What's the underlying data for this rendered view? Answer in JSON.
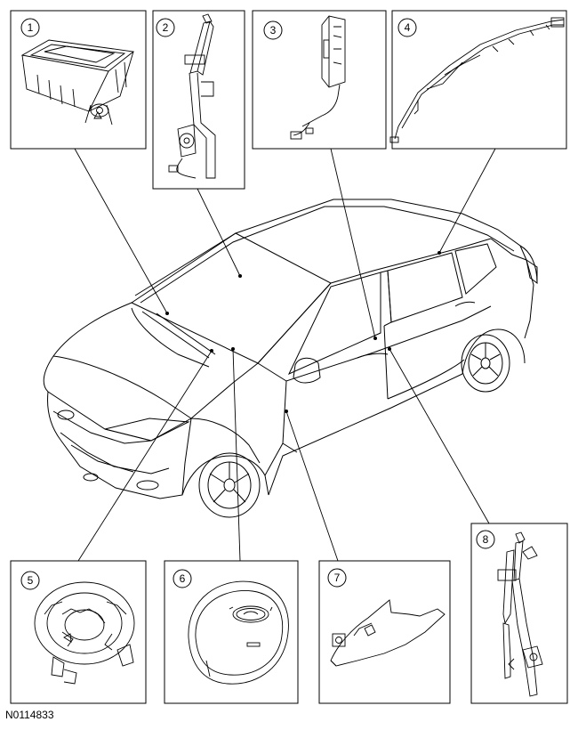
{
  "figure": {
    "reference_code": "N0114833"
  },
  "callouts": [
    {
      "number": "1"
    },
    {
      "number": "2"
    },
    {
      "number": "3"
    },
    {
      "number": "4"
    },
    {
      "number": "5"
    },
    {
      "number": "6"
    },
    {
      "number": "7"
    },
    {
      "number": "8"
    }
  ],
  "colors": {
    "line": "#000000",
    "background": "#ffffff",
    "detail": "#444444"
  }
}
